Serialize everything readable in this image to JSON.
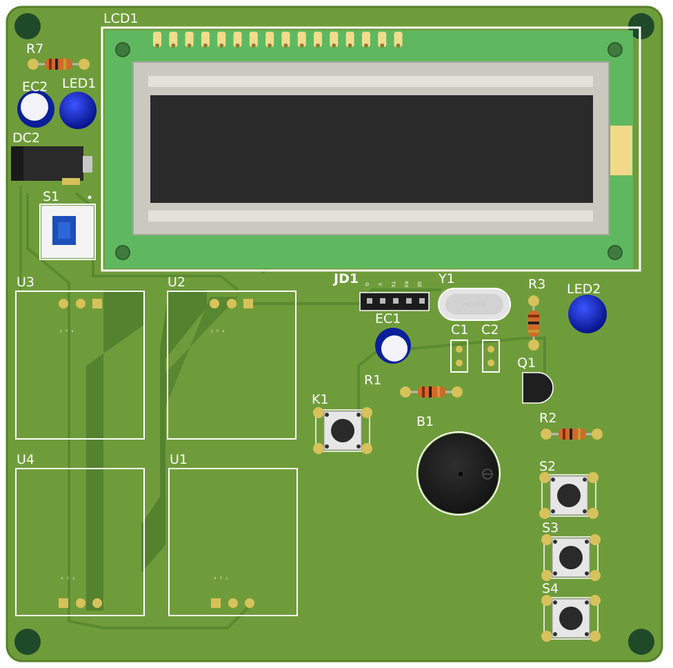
{
  "board": {
    "colors": {
      "pcb": "#6f9c3a",
      "pcb_edge": "#55802a",
      "copper_pour": "#3f6d27",
      "trace": "#5f8e33",
      "silkscreen": "#ffffff",
      "pad": "#d7c15a",
      "lcd_pcb": "#5fb85f",
      "lcd_bezel": "#c9c9c0",
      "lcd_glass": "#2a2a2a",
      "led_blue": "#0a1fc8",
      "cap_blue": "#0b1f9a",
      "buzzer": "#1e1e1e",
      "header_pin": "#f0dc8c"
    },
    "designators": {
      "lcd": "LCD1",
      "r7": "R7",
      "ec2": "EC2",
      "led1": "LED1",
      "dc2": "DC2",
      "s1": "S1",
      "u3": "U3",
      "u2": "U2",
      "u4": "U4",
      "u1": "U1",
      "jd1": "JD1",
      "y1": "Y1",
      "r3": "R3",
      "led2": "LED2",
      "ec1": "EC1",
      "c1": "C1",
      "c2": "C2",
      "q1": "Q1",
      "r1": "R1",
      "k1": "K1",
      "b1": "B1",
      "r2": "R2",
      "s2": "S2",
      "s3": "S3",
      "s4": "S4"
    },
    "crystal_marking": "HC-49S",
    "header_pin_labels": [
      "G",
      "V",
      "TX",
      "RX",
      "SE"
    ],
    "lcd_header_pin_count": 16
  }
}
